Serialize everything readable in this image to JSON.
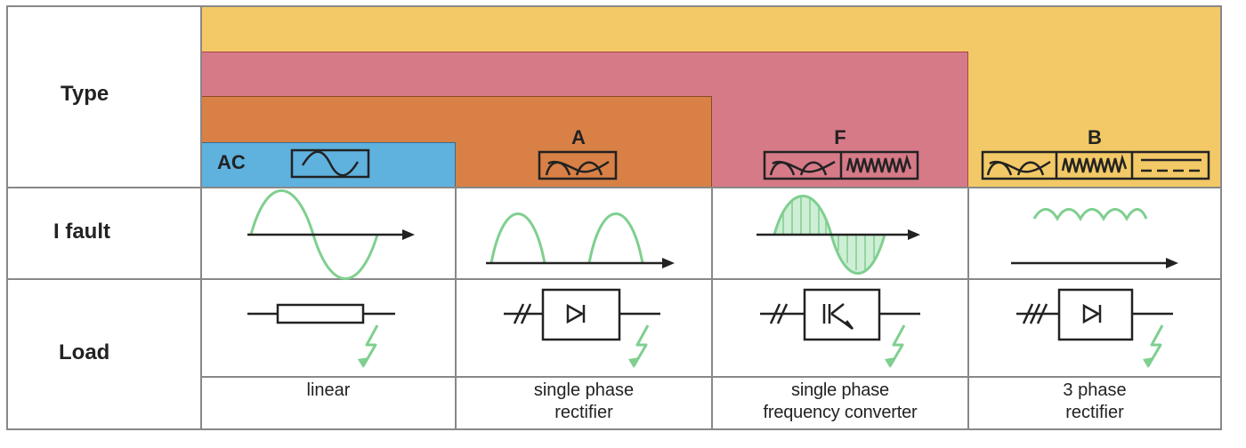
{
  "rows": {
    "type_label": "Type",
    "fault_label": "I fault",
    "load_label": "Load"
  },
  "types": {
    "ac": "AC",
    "a": "A",
    "f": "F",
    "b": "B"
  },
  "loads": {
    "linear": "linear",
    "single_rect_1": "single phase",
    "single_rect_2": "rectifier",
    "freq_1": "single phase",
    "freq_2": "frequency converter",
    "three_1": "3 phase",
    "three_2": "rectifier"
  },
  "colors": {
    "type_b": "#f2c966",
    "type_f": "#d67a88",
    "type_a": "#d88046",
    "type_ac": "#5fb1de",
    "waveform": "#7fcf8f",
    "line": "#222222",
    "grid": "#888888"
  },
  "icons": {
    "ac": "sine-wave-icon",
    "a": "half-wave-pulsating-icon",
    "f": "composite-frequency-icon",
    "b": "smooth-dc-icon",
    "load_linear": "resistor-icon",
    "load_rect": "diode-rectifier-icon",
    "load_freq": "frequency-converter-icon",
    "load_three": "three-phase-rectifier-icon",
    "fault": "lightning-bolt-icon"
  }
}
